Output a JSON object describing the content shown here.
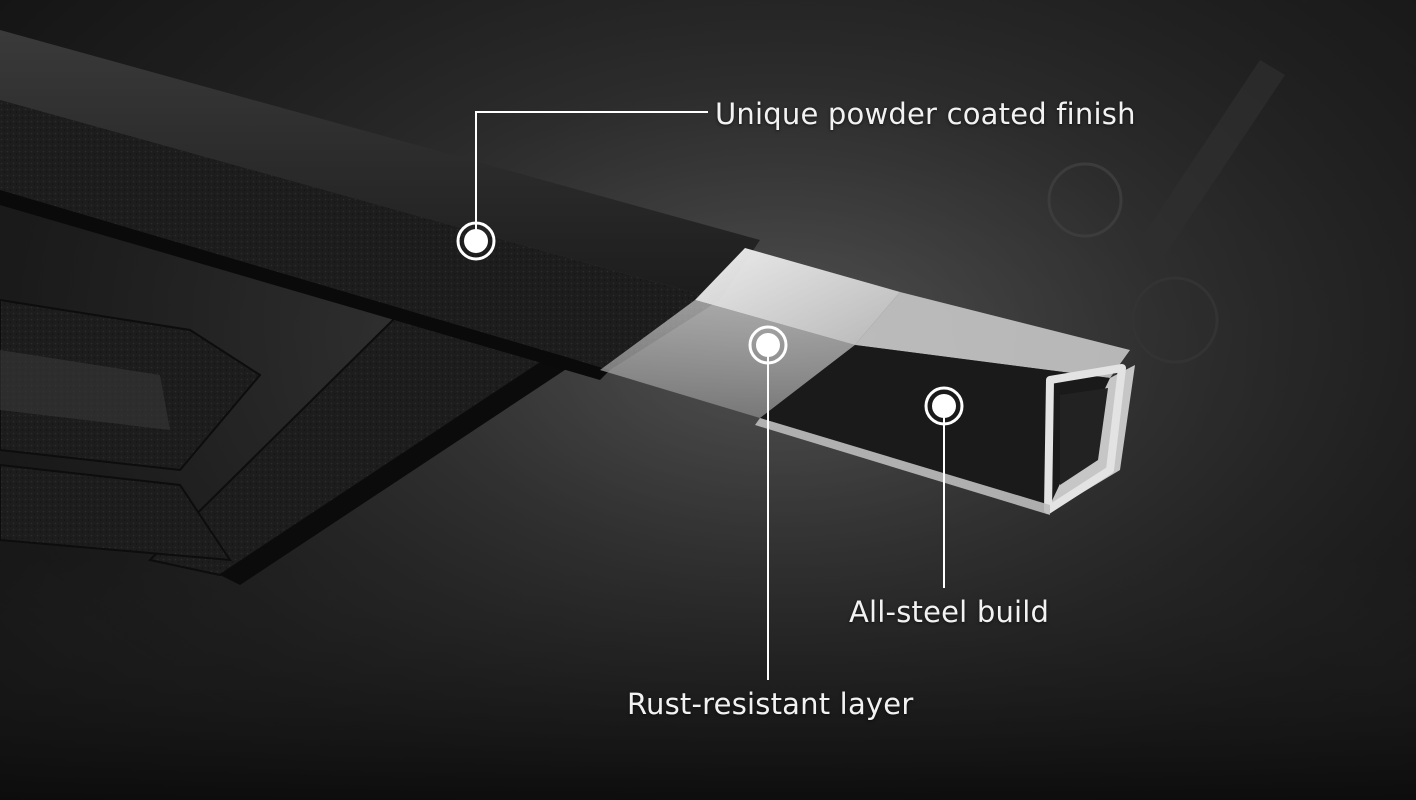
{
  "callouts": {
    "finish": "Unique powder coated finish",
    "rust": "Rust-resistant layer",
    "steel": "All-steel build"
  },
  "colors": {
    "background": "#2b2b2b",
    "coating": "#151515",
    "steel": "#cfcfcf",
    "text": "#f2f2f2"
  }
}
